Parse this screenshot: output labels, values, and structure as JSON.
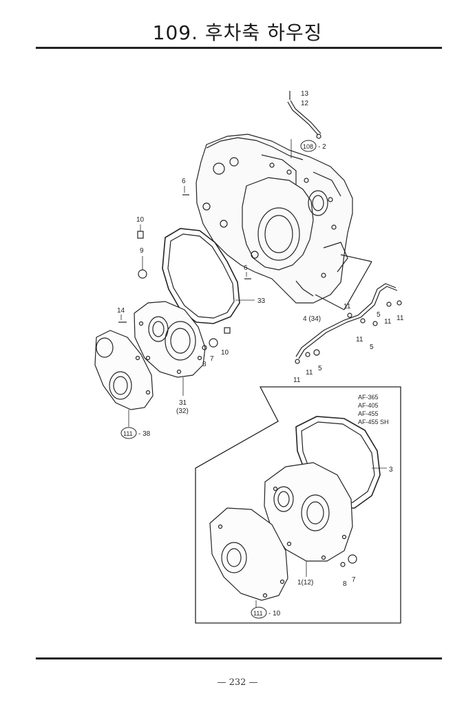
{
  "page": {
    "title": "109. 후차축 하우징",
    "page_number": "— 232 —"
  },
  "callouts": {
    "c13": "13",
    "c12": "12",
    "c108": "108",
    "c2": "- 2",
    "c6a": "6",
    "c10a": "10",
    "c9": "9",
    "c6b": "6",
    "c33": "33",
    "c14": "14",
    "c11a": "11",
    "c11b": "11",
    "c11c": "11",
    "c11d": "11",
    "c11e": "11",
    "c11f": "11",
    "c4": "4 (34)",
    "c5a": "5",
    "c5b": "5",
    "c5c": "5",
    "c10b": "10",
    "c8a": "8",
    "c7a": "7",
    "c31": "31",
    "c32": "(32)",
    "c111a": "111",
    "c38": "- 38",
    "c3": "3",
    "c1": "1(12)",
    "c8b": "8",
    "c7b": "7",
    "c111b": "111",
    "c10c": "- 10"
  },
  "models": [
    "AF-365",
    "AF-405",
    "AF-455",
    "AF-455 SH"
  ]
}
